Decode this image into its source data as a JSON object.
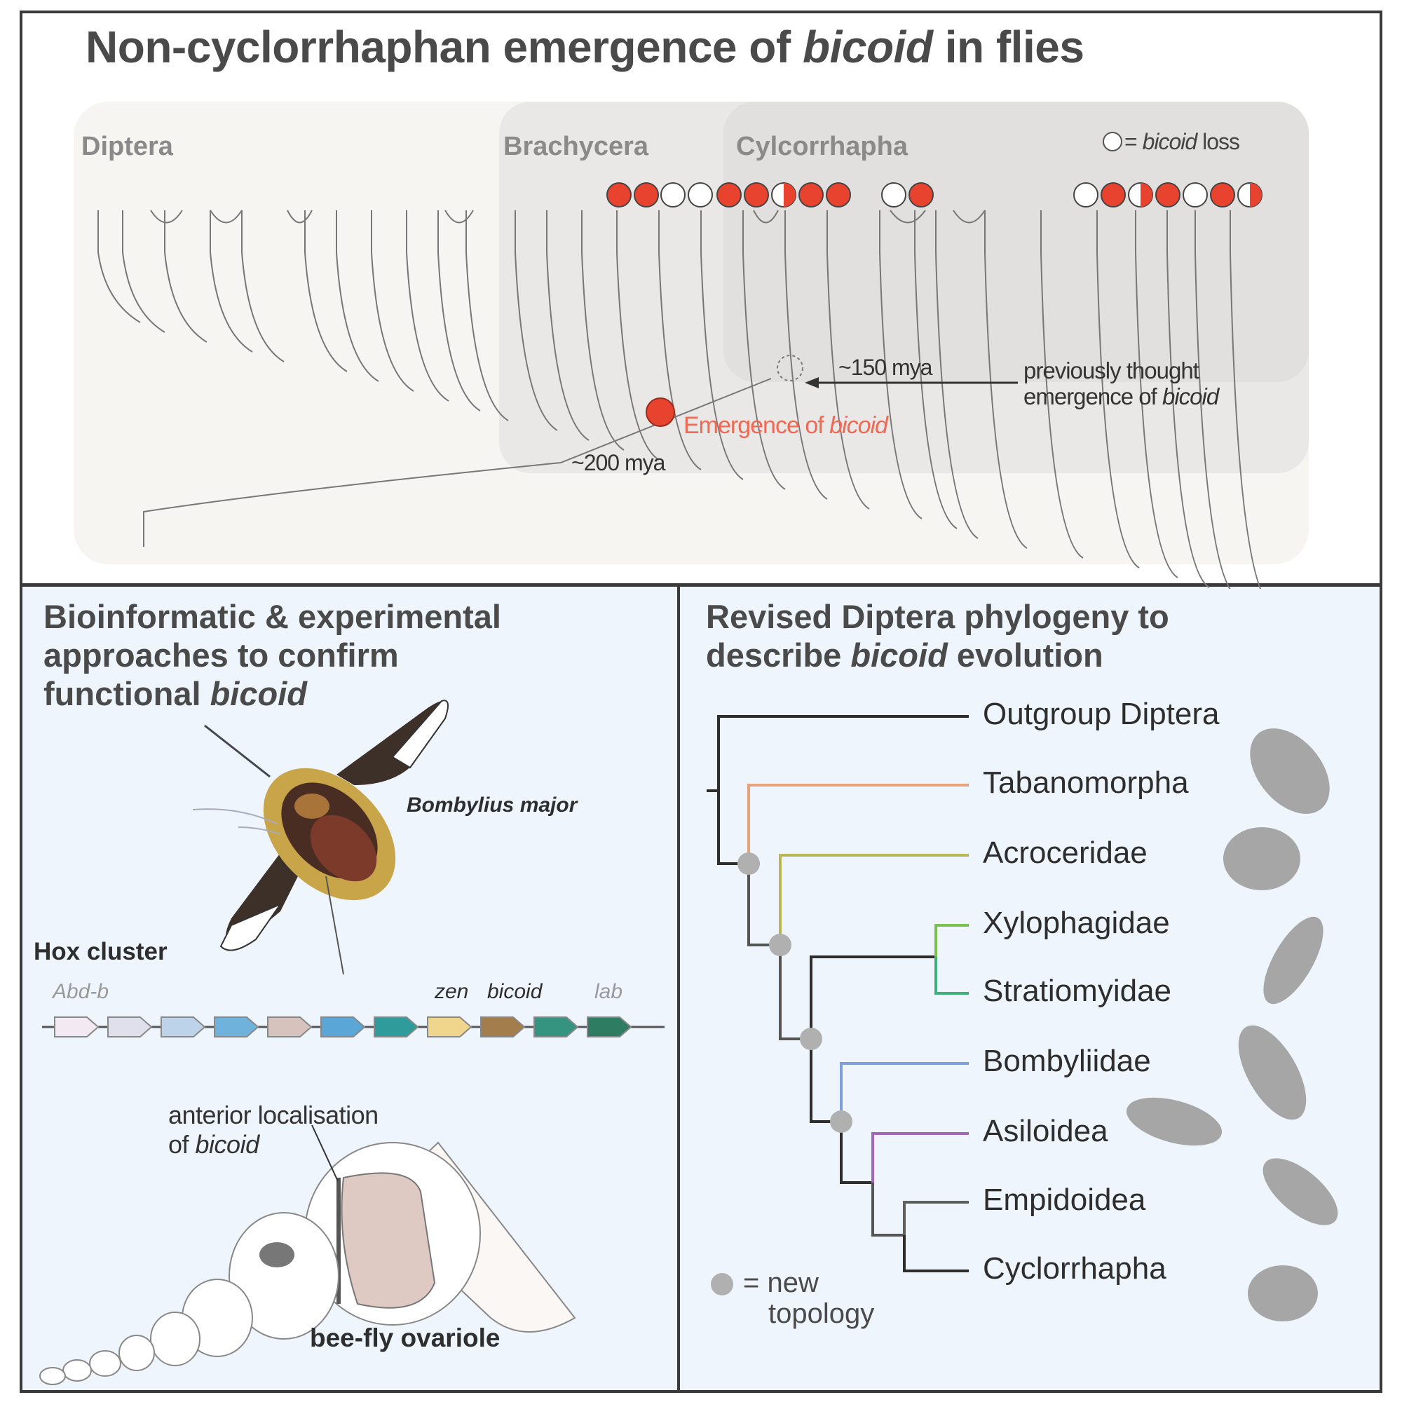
{
  "title": {
    "prefix": "Non-cyclorrhaphan emergence of ",
    "italic": "bicoid",
    "suffix": " in flies"
  },
  "top_panel": {
    "clade_labels": {
      "diptera": "Diptera",
      "brachycera": "Brachycera",
      "cyclorrhapha": "Cylcorrhapha"
    },
    "legend": {
      "italic": "bicoid",
      "suffix": " loss",
      "prefix": "= "
    },
    "tip_states": [
      "present",
      "present",
      "loss",
      "loss",
      "present",
      "present",
      "partial",
      "present",
      "present",
      "loss",
      "present",
      "loss",
      "present",
      "partial",
      "present",
      "loss",
      "present",
      "partial"
    ],
    "annotations": {
      "mya_200": "~200 mya",
      "mya_150": "~150 mya",
      "emergence_prefix": "Emergence of ",
      "emergence_italic": "bicoid",
      "previous_line1": "previously thought",
      "previous_line2_prefix": "emergence of ",
      "previous_line2_italic": "bicoid"
    },
    "colors": {
      "present": "#e8432e",
      "loss": "#ffffff",
      "emergence_text": "#ee6a55"
    }
  },
  "bottom_left": {
    "title_line1": "Bioinformatic & experimental",
    "title_line2": "approaches to confirm",
    "title_line3_prefix": "functional ",
    "title_line3_italic": "bicoid",
    "species_label": "Bombylius major",
    "hox_label": "Hox cluster",
    "genes": {
      "abd_b": "Abd-b",
      "zen": "zen",
      "bicoid": "bicoid",
      "lab": "lab"
    },
    "hox_gene_colors": [
      "#f3e9f2",
      "#dfe0ec",
      "#bcd3ea",
      "#6fb3dc",
      "#d6c3bd",
      "#5aa6d6",
      "#2f9b9a",
      "#f0d58c",
      "#a37d4b",
      "#359480",
      "#2e7d62"
    ],
    "ovariole_annotation_line1": "anterior localisation",
    "ovariole_annotation_line2_prefix": "of ",
    "ovariole_annotation_line2_italic": "bicoid",
    "ovariole_label": "bee-fly ovariole"
  },
  "bottom_right": {
    "title_line1": "Revised Diptera phylogeny to",
    "title_line2_prefix": "describe ",
    "title_line2_italic": "bicoid",
    "title_line2_suffix": " evolution",
    "taxa": [
      {
        "name": "Outgroup Diptera",
        "color": "#2e2e2e"
      },
      {
        "name": "Tabanomorpha",
        "color": "#e8a37a"
      },
      {
        "name": "Acroceridae",
        "color": "#b9b655"
      },
      {
        "name": "Xylophagidae",
        "color": "#7cc04e"
      },
      {
        "name": "Stratiomyidae",
        "color": "#3fb07c"
      },
      {
        "name": "Bombyliidae",
        "color": "#7e9fdc"
      },
      {
        "name": "Asiloidea",
        "color": "#a466b7"
      },
      {
        "name": "Empidoidea",
        "color": "#5f5f5f"
      },
      {
        "name": "Cyclorrhapha",
        "color": "#2e2e2e"
      }
    ],
    "legend_line1": "= new",
    "legend_line2": "topology",
    "node_color": "#b0b0b0"
  }
}
